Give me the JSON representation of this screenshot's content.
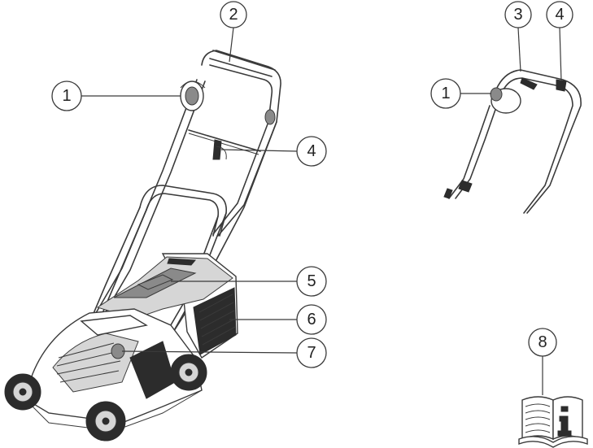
{
  "callouts": {
    "main_1": "1",
    "main_2": "2",
    "main_4": "4",
    "main_5": "5",
    "main_6": "6",
    "main_7": "7",
    "detail_1": "1",
    "detail_3": "3",
    "detail_4": "4",
    "manual_8": "8"
  },
  "icons": {
    "manual": "manual-info-icon"
  },
  "colors": {
    "line": "#3a3a3a",
    "dark_fill": "#2c2c2c",
    "mid_fill": "#8a8a8a",
    "light_fill": "#d6d6d6"
  }
}
